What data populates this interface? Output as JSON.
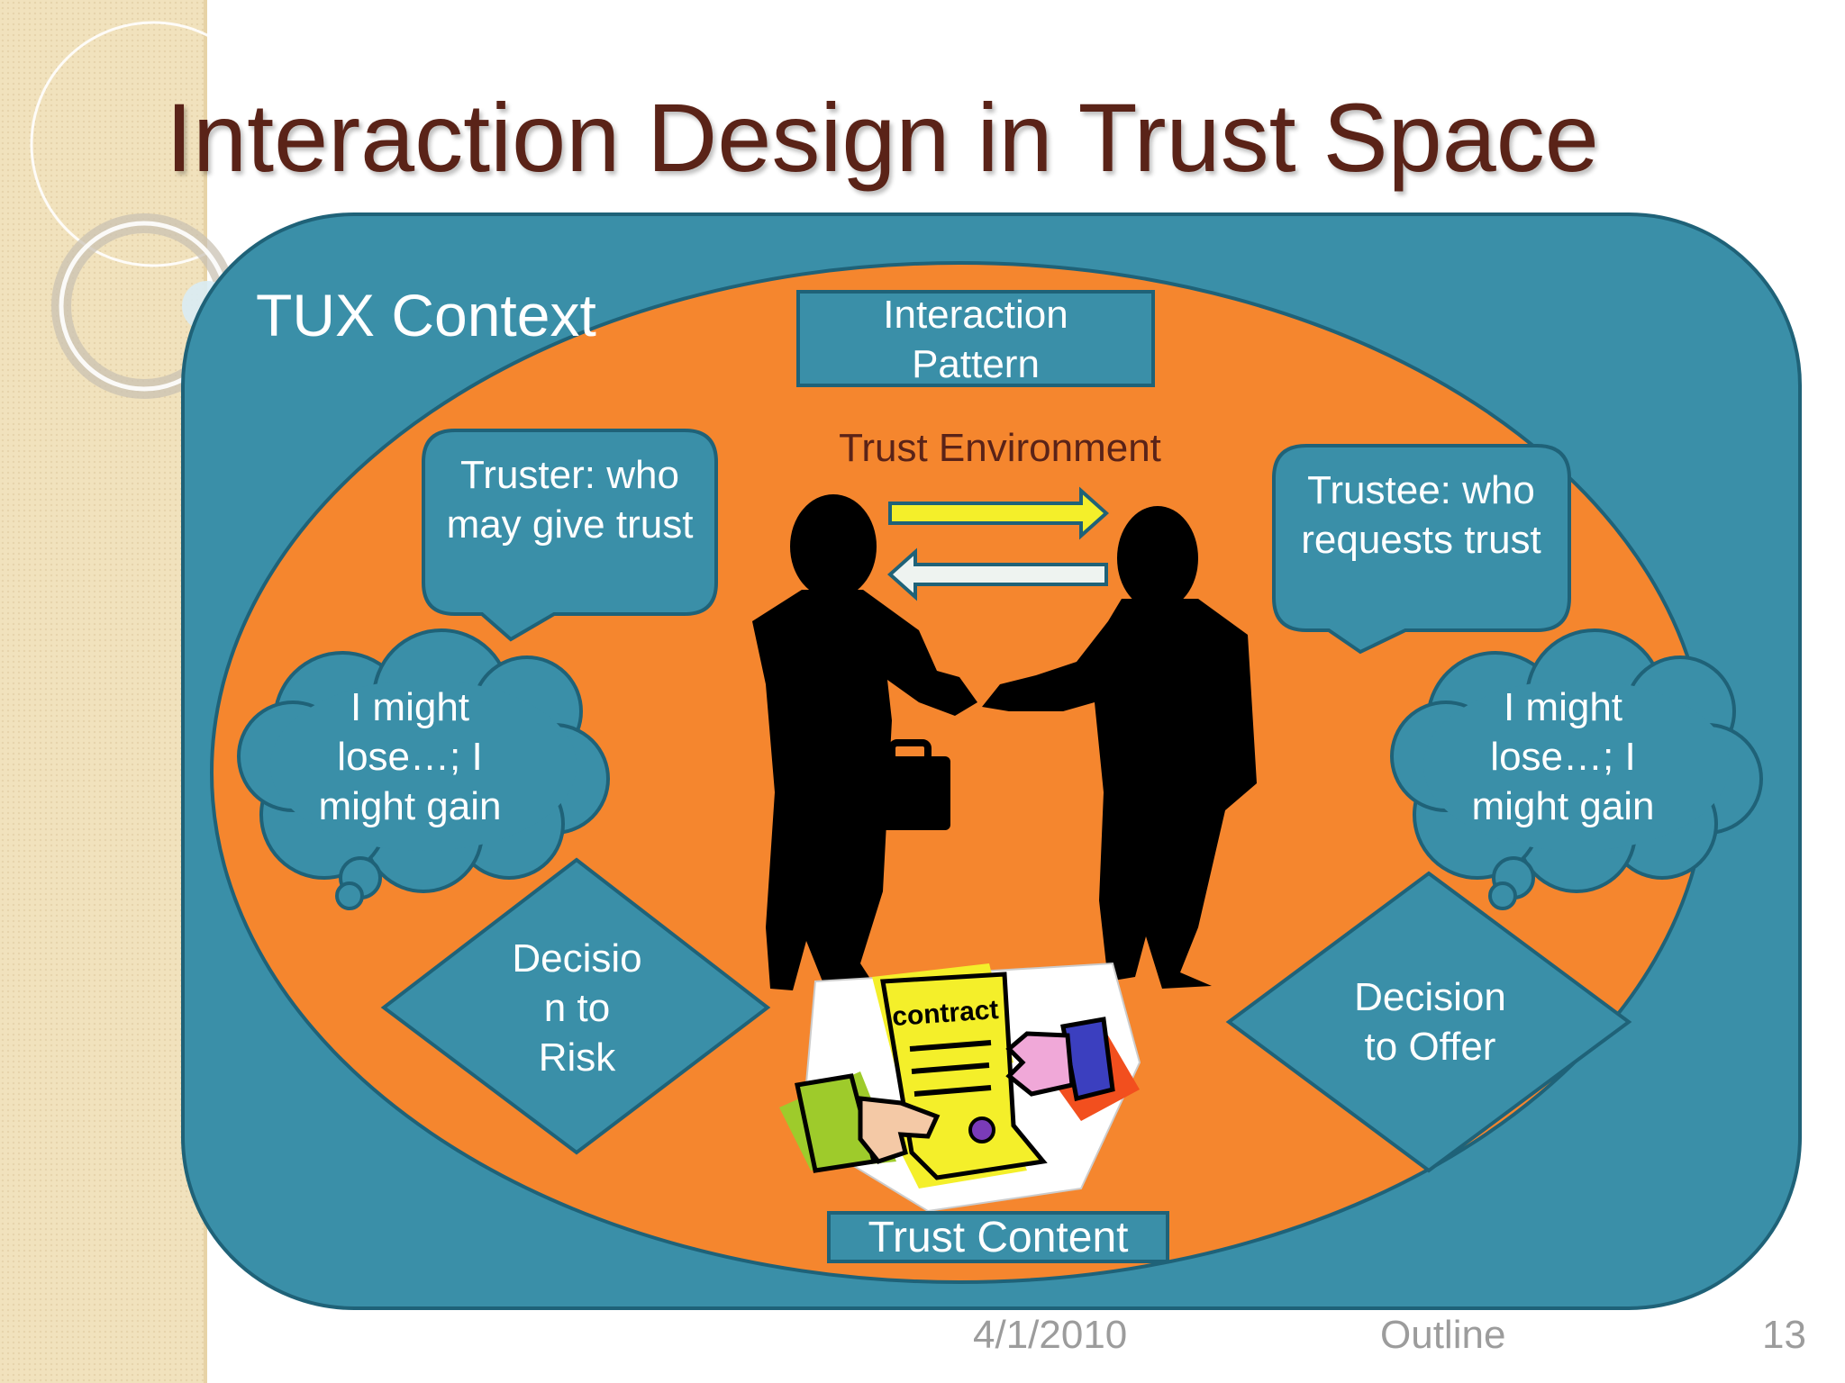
{
  "slide": {
    "title": "Interaction Design in Trust Space",
    "context_label": "TUX Context",
    "interaction_pattern": "Interaction Pattern",
    "trust_environment": "Trust Environment",
    "truster_callout": "Truster: who may give trust",
    "trustee_callout": "Trustee: who requests trust",
    "truster_thought": "I might lose…; I might gain",
    "trustee_thought": "I might lose…; I might gain",
    "decision_left": "Decisio n to Risk",
    "decision_right": "Decision to Offer",
    "contract_label": "contract",
    "trust_content": "Trust Content"
  },
  "footer": {
    "date": "4/1/2010",
    "section": "Outline",
    "page_number": "13"
  },
  "colors": {
    "title": "#5a2318",
    "teal": "#3a8fa8",
    "teal_dark": "#1f6278",
    "orange": "#f5862e",
    "footer_text": "#9c9c9c"
  },
  "icons": [
    "handshake-silhouette-icon",
    "right-arrow-icon",
    "left-arrow-icon",
    "contract-clipart-icon"
  ]
}
